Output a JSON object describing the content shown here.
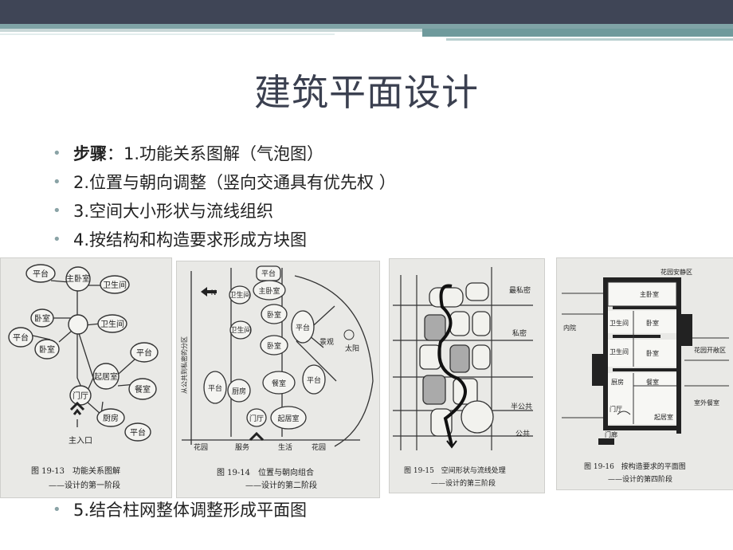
{
  "title": "建筑平面设计",
  "bullets": [
    {
      "strong": "步骤",
      "rest": "：1.功能关系图解（气泡图）"
    },
    {
      "strong": "",
      "rest": "2.位置与朝向调整（竖向交通具有优先权 ）"
    },
    {
      "strong": "",
      "rest": "3.空间大小形状与流线组织"
    },
    {
      "strong": "",
      "rest": "4.按结构和构造要求形成方块图"
    }
  ],
  "last_bullet": "5.结合柱网整体调整形成平面图",
  "figures": [
    {
      "caption": "图 19-13　功能关系图解",
      "subcaption": "——设计的第一阶段",
      "labels": [
        "平台",
        "主卧室",
        "卫生间",
        "卧室",
        "卫生间",
        "平台",
        "卧室",
        "平台",
        "起居室",
        "餐室",
        "门厅",
        "厨房",
        "平台",
        "主入口"
      ]
    },
    {
      "caption": "图 19-14　位置与朝向组合",
      "subcaption": "——设计的第二阶段",
      "labels": [
        "平台",
        "主卧室",
        "卫生间",
        "卧室",
        "卫生间",
        "卧室",
        "平台",
        "平台",
        "餐室",
        "厨房",
        "门厅",
        "起居室",
        "平台",
        "景观",
        "太阳",
        "从公共到私密的分区",
        "N",
        "花园",
        "服务",
        "生活",
        "花园"
      ]
    },
    {
      "caption": "图 19-15　空间形状与流线处理",
      "subcaption": "——设计的第三阶段",
      "labels": [
        "最私密",
        "私密",
        "半公共",
        "公共"
      ]
    },
    {
      "caption": "图 19-16　按构造要求的平面图",
      "subcaption": "——设计的第四阶段",
      "labels": [
        "花园安静区",
        "主卧室",
        "内院",
        "卫生间",
        "卧室",
        "卫生间",
        "卧室",
        "花园开敞区",
        "厨房",
        "餐室",
        "门厅",
        "室外餐室",
        "起居室",
        "门廊"
      ]
    }
  ]
}
